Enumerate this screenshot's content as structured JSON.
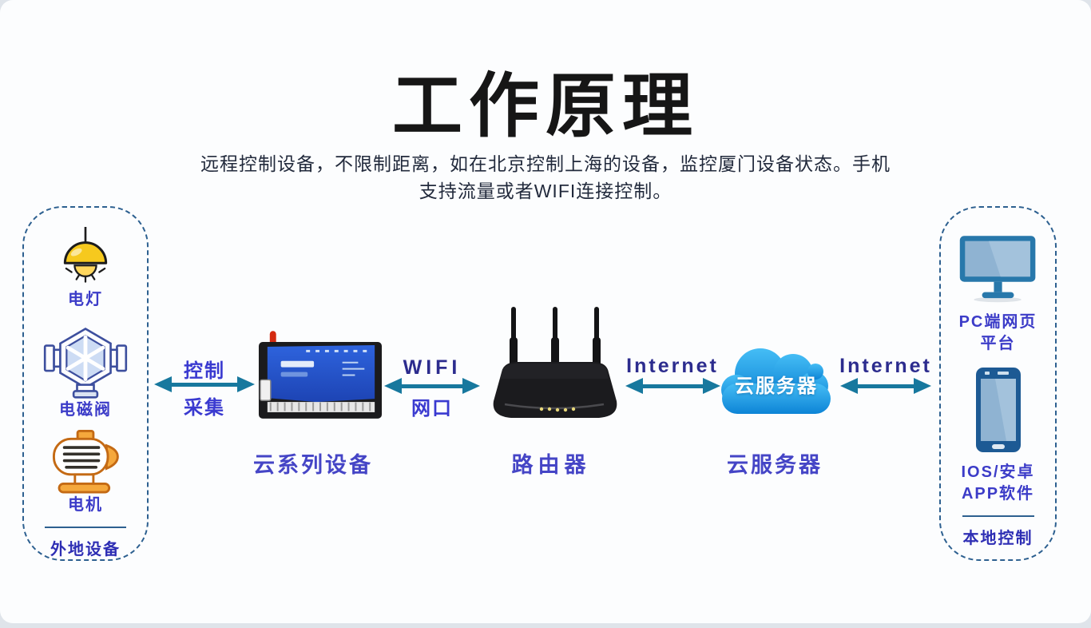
{
  "title": "工作原理",
  "subtitle": {
    "line1": "远程控制设备，不限制距离，如在北京控制上海的设备，监控厦门设备状态。手机",
    "line2": "支持流量或者WIFI连接控制。"
  },
  "left_group": {
    "items": [
      {
        "icon": "lamp-icon",
        "label": "电灯"
      },
      {
        "icon": "valve-icon",
        "label": "电磁阀"
      },
      {
        "icon": "motor-icon",
        "label": "电机"
      }
    ],
    "caption": "外地设备"
  },
  "right_group": {
    "pc_label_line1": "PC端网页",
    "pc_label_line2": "平台",
    "app_label_line1": "IOS/安卓",
    "app_label_line2": "APP软件",
    "caption": "本地控制"
  },
  "nodes": {
    "device_label": "云系列设备",
    "router_label": "路由器",
    "cloud_label": "云服务器",
    "cloud_badge": "云服务器"
  },
  "links": {
    "link1_top": "控制",
    "link1_bottom": "采集",
    "link2_top": "WIFI",
    "link2_bottom": "网口",
    "link3_label": "Internet",
    "link4_label": "Internet"
  },
  "colors": {
    "arrow": "#17789E",
    "label_blue": "#3C3CC8",
    "node_label_blue": "#4545C6",
    "dashed_border": "#2D6090",
    "cloud_gradient_top": "#45BDF5",
    "cloud_gradient_bottom": "#0D84D6",
    "title_black": "#161616"
  }
}
